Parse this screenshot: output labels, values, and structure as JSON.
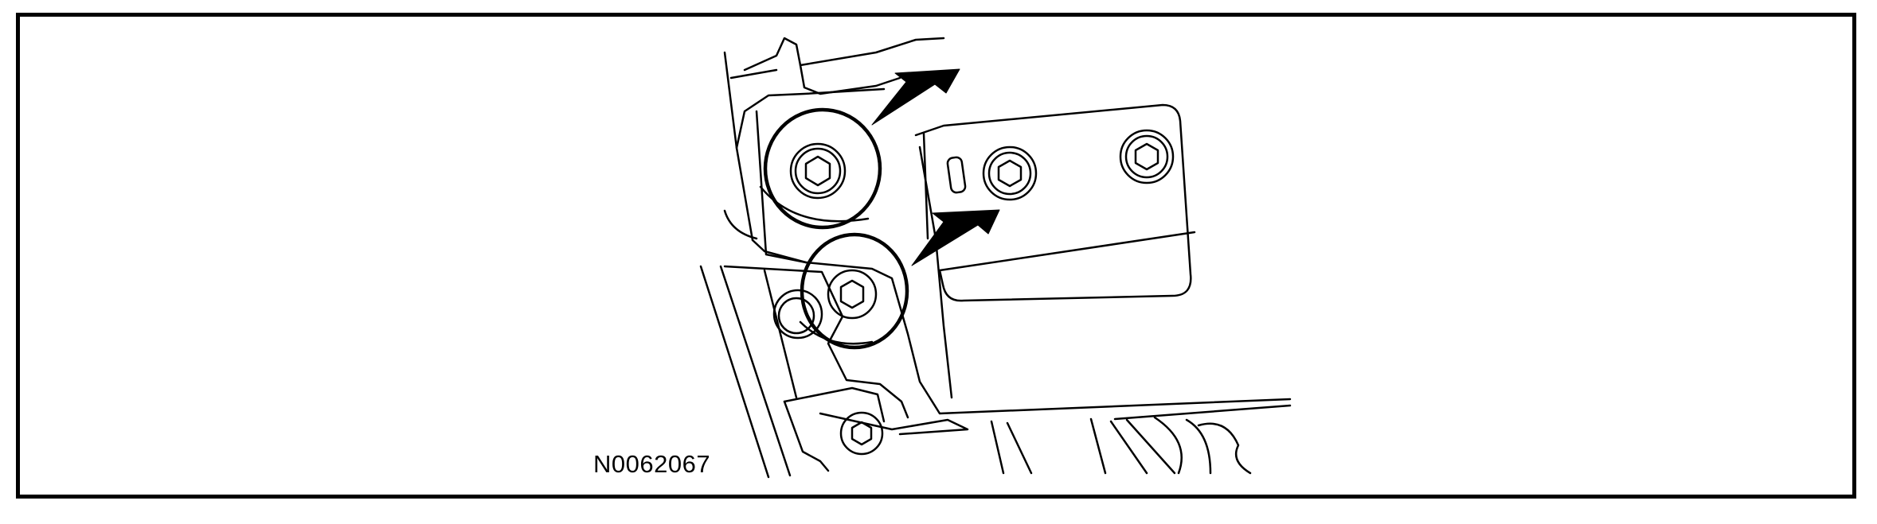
{
  "figure": {
    "id_label": "N0062067",
    "subject": "mechanical-bracket-with-two-marked-fasteners",
    "arrow_count": 2,
    "colors": {
      "line": "#000000",
      "background": "#ffffff",
      "border": "#000000"
    }
  }
}
